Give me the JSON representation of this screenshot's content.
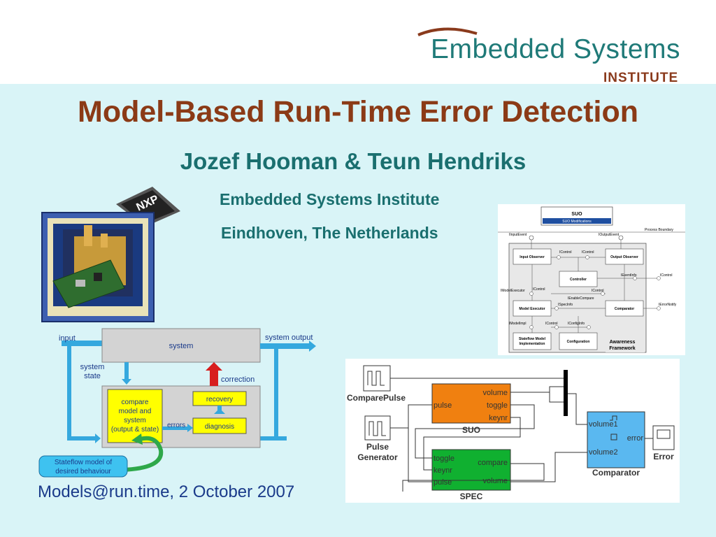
{
  "logo": {
    "name": "Embedded Systems",
    "sub": "INSTITUTE"
  },
  "title": "Model-Based Run-Time Error Detection",
  "authors": "Jozef Hooman & Teun Hendriks",
  "institution": "Embedded Systems Institute",
  "location": "Eindhoven, The Netherlands",
  "footer": "Models@run.time, 2 October 2007",
  "chip_label": "NXP",
  "flow": {
    "input": "input",
    "system": "system",
    "system_output": "system output",
    "system_state_1": "system",
    "system_state_2": "state",
    "correction": "correction",
    "recovery": "recovery",
    "diagnosis": "diagnosis",
    "errors": "errors",
    "compare_1": "compare",
    "compare_2": "model and",
    "compare_3": "system",
    "compare_4": "(output & state)",
    "stateflow_1": "Stateflow model of",
    "stateflow_2": "desired behaviour"
  },
  "arch": {
    "suo": "SUO",
    "suo_mod": "SUO Modifications",
    "process_boundary": "Process Boundary",
    "iinput_event": "IInputEvent",
    "ioutput_event": "IOutputEvent",
    "input_observer": "Input Observer",
    "output_observer": "Output Observer",
    "controller": "Controller",
    "model_executor": "Model Executor",
    "comparator": "Comparator",
    "stateflow_impl_1": "Stateflow Model",
    "stateflow_impl_2": "Implementation",
    "configuration": "Configuration",
    "awareness_1": "Awareness",
    "awareness_2": "Framework",
    "icontrol": "IControl",
    "ievent_info": "IEventInfo",
    "imodel_executor": "IModelExecutor",
    "ienable_compare": "IEnableCompare",
    "ispec_info": "ISpecInfo",
    "ierror_notify": "IErrorNotify",
    "imodel_impl": "IModelImpl",
    "iconfig_info": "IConfigInfo"
  },
  "simulink": {
    "compare_pulse": "ComparePulse",
    "pulse_1": "Pulse",
    "pulse_2": "Generator",
    "suo": "SUO",
    "spec": "SPEC",
    "comparator": "Comparator",
    "error": "Error",
    "pulse_port": "pulse",
    "volume": "volume",
    "toggle": "toggle",
    "keynr": "keynr",
    "compare": "compare",
    "volume1": "volume1",
    "volume2": "volume2",
    "error_port": "error"
  }
}
